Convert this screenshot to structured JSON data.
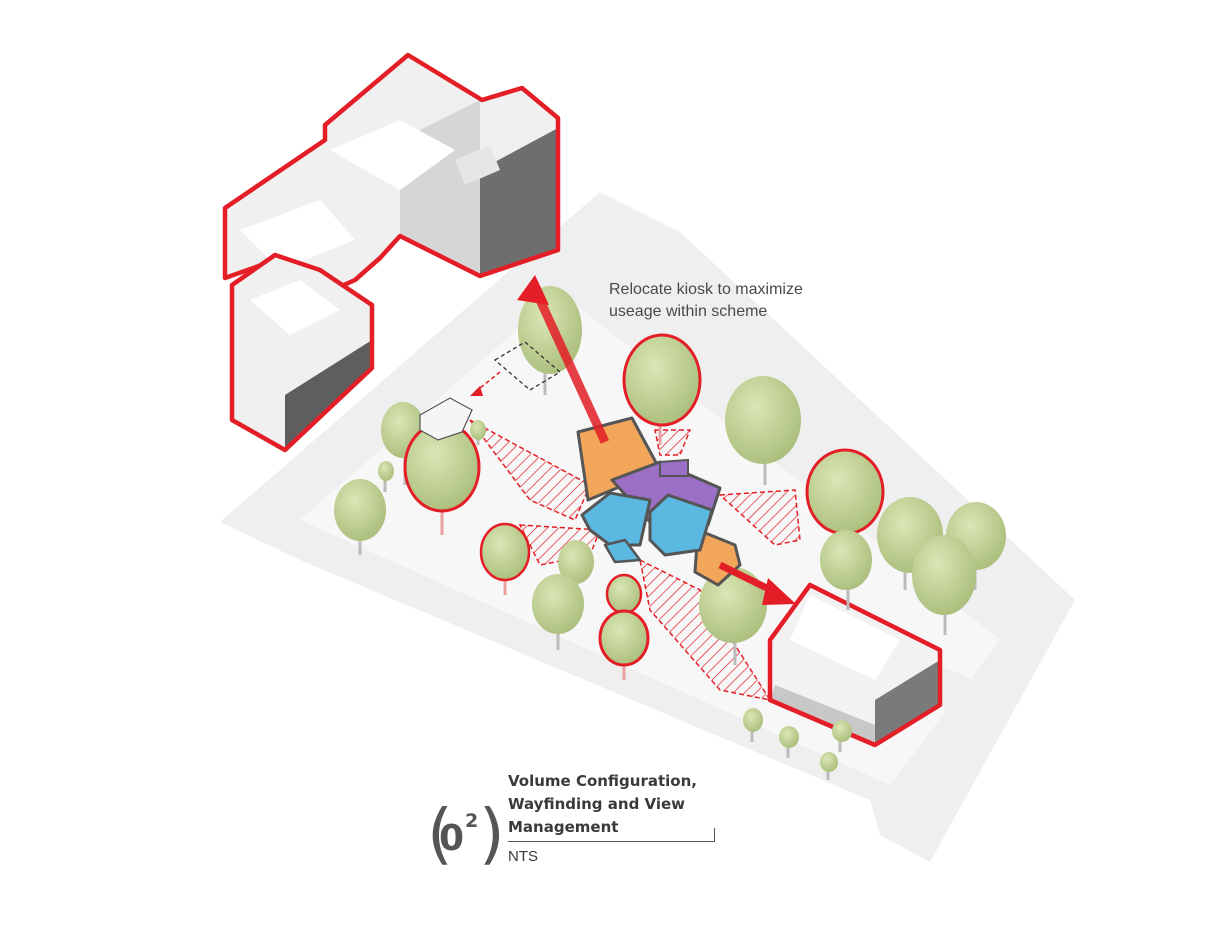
{
  "annotation": {
    "text": "Relocate kiosk to maximize\nuseage within scheme"
  },
  "caption": {
    "title": "Volume Configuration,\nWayfinding and View\nManagement",
    "scale": "NTS",
    "drawing_digit": "0",
    "drawing_superscript": "2",
    "drawing_paren_left": "(",
    "drawing_paren_right": ")"
  },
  "colors": {
    "highlight_red": "#e41e26",
    "building_white": "#f2f2f2",
    "building_shadow": "#6b6b6b",
    "ground": "#efefef",
    "tree_canopy": "#c9d6a0",
    "volume_orange": "#f2a65a",
    "volume_purple": "#9b6fc6",
    "volume_blue": "#5bb8e0"
  }
}
